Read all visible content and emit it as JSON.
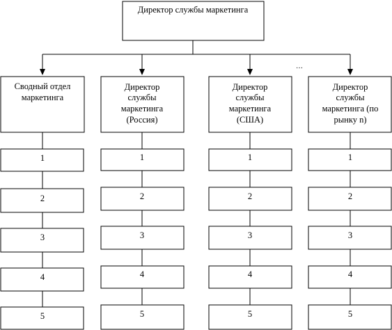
{
  "diagram": {
    "top": {
      "label_lines": [
        "Директор службы маркетинга"
      ]
    },
    "ellipsis": "…",
    "columns": [
      {
        "label_lines": [
          "Сводный отдел",
          "маркетинга"
        ],
        "items": [
          "1",
          "2",
          "3",
          "4",
          "5"
        ]
      },
      {
        "label_lines": [
          "Директор",
          "службы",
          "маркетинга",
          "(Россия)"
        ],
        "items": [
          "1",
          "2",
          "3",
          "4",
          "5"
        ]
      },
      {
        "label_lines": [
          "Директор",
          "службы",
          "маркетинга",
          "(США)"
        ],
        "items": [
          "1",
          "2",
          "3",
          "4",
          "5"
        ]
      },
      {
        "label_lines": [
          "Директор",
          "службы",
          "маркетинга (по",
          "рынку n)"
        ],
        "items": [
          "1",
          "2",
          "3",
          "4",
          "5"
        ]
      }
    ]
  }
}
